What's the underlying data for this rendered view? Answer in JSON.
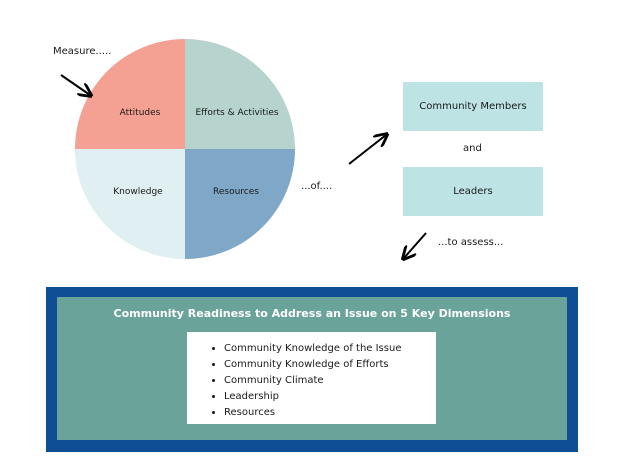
{
  "measure_label": "Measure.....",
  "pie": {
    "quadrants": [
      {
        "label": "Attitudes",
        "color": "#f4a193"
      },
      {
        "label": "Efforts & Activities",
        "color": "#b7d3cd"
      },
      {
        "label": "Knowledge",
        "color": "#e0eff1"
      },
      {
        "label": "Resources",
        "color": "#7fa7c7"
      }
    ]
  },
  "of_label": "...of....",
  "groups": {
    "community_members": "Community Members",
    "connector": "and",
    "leaders": "Leaders"
  },
  "assess_label": "...to assess...",
  "panel": {
    "title": "Community Readiness to Address an Issue on 5 Key Dimensions",
    "dimensions": [
      "Community Knowledge of the Issue",
      "Community Knowledge of Efforts",
      "Community Climate",
      "Leadership",
      "Resources"
    ]
  },
  "colors": {
    "box_fill": "#bde3e5",
    "frame": "#0f4d94",
    "panel": "#6aa39a"
  }
}
